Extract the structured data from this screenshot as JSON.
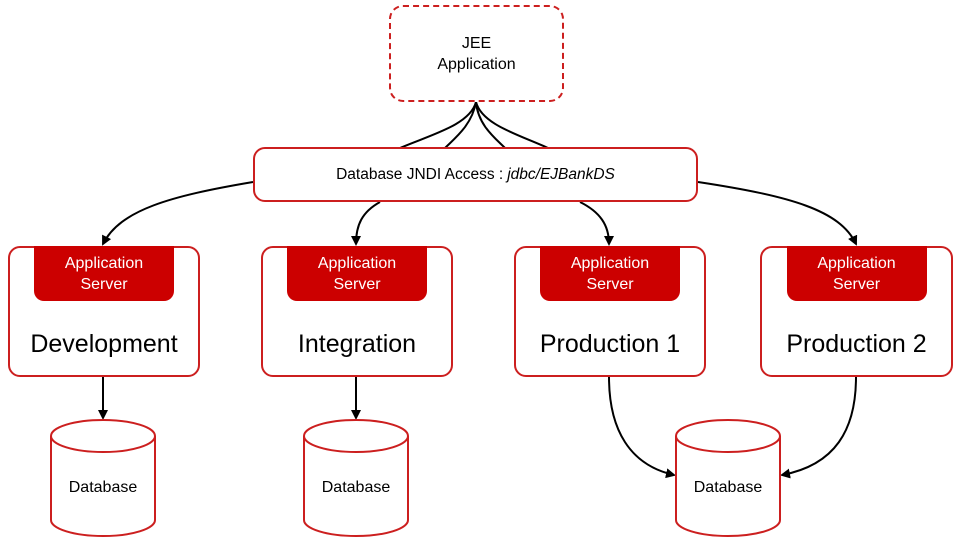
{
  "jee_app": {
    "line1": "JEE",
    "line2": "Application"
  },
  "jndi": {
    "label": "Database JNDI Access :",
    "path": "jdbc/EJBankDS"
  },
  "servers": [
    {
      "tag_line1": "Application",
      "tag_line2": "Server",
      "name": "Development"
    },
    {
      "tag_line1": "Application",
      "tag_line2": "Server",
      "name": "Integration"
    },
    {
      "tag_line1": "Application",
      "tag_line2": "Server",
      "name": "Production 1"
    },
    {
      "tag_line1": "Application",
      "tag_line2": "Server",
      "name": "Production 2"
    }
  ],
  "databases": [
    {
      "label": "Database"
    },
    {
      "label": "Database"
    },
    {
      "label": "Database"
    }
  ],
  "colors": {
    "accent": "#cc0000",
    "border": "#cc1f1f"
  }
}
